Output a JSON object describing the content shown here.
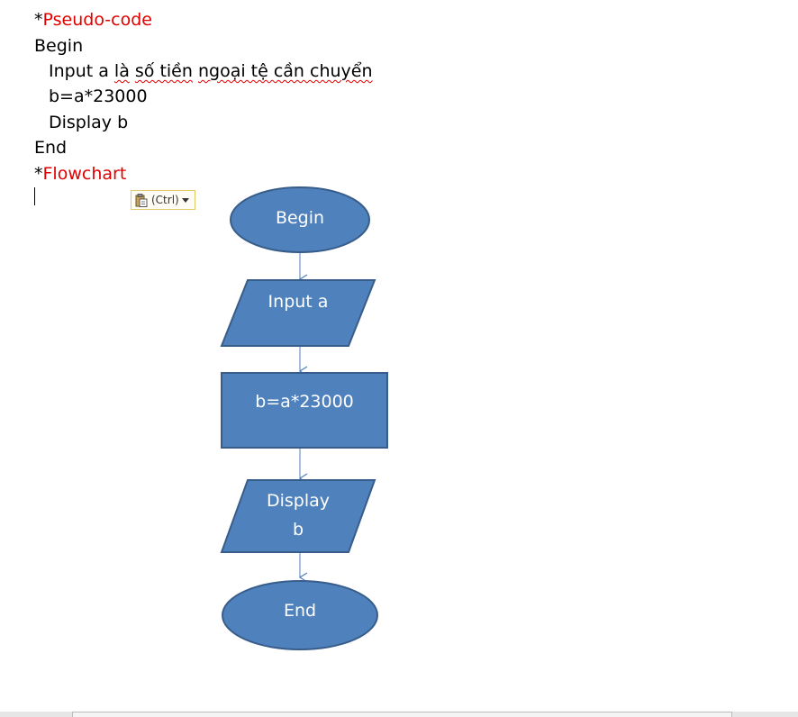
{
  "document": {
    "heading_pseudo": {
      "prefix": "*",
      "label": "Pseudo-code"
    },
    "pseudo_lines": {
      "begin": "Begin",
      "input_prefix": "Input a ",
      "input_w1": "là",
      "input_sp1": " ",
      "input_w2": "số tiền",
      "input_sp2": " ",
      "input_w3": "ngoại tệ cần chuyển",
      "assign": "b=a*23000",
      "display": "Display b",
      "end": "End"
    },
    "heading_flow": {
      "prefix": "*",
      "label": "Flowchart"
    }
  },
  "paste_options": {
    "label": "(Ctrl)",
    "icon": "clipboard-icon"
  },
  "flowchart": {
    "colors": {
      "fill": "#4f81bd",
      "stroke": "#385d8a",
      "arrow": "#4f81bd"
    },
    "start": "Begin",
    "input": "Input a",
    "process": "b=a*23000",
    "output_line1": "Display",
    "output_line2": "b",
    "end": "End"
  }
}
